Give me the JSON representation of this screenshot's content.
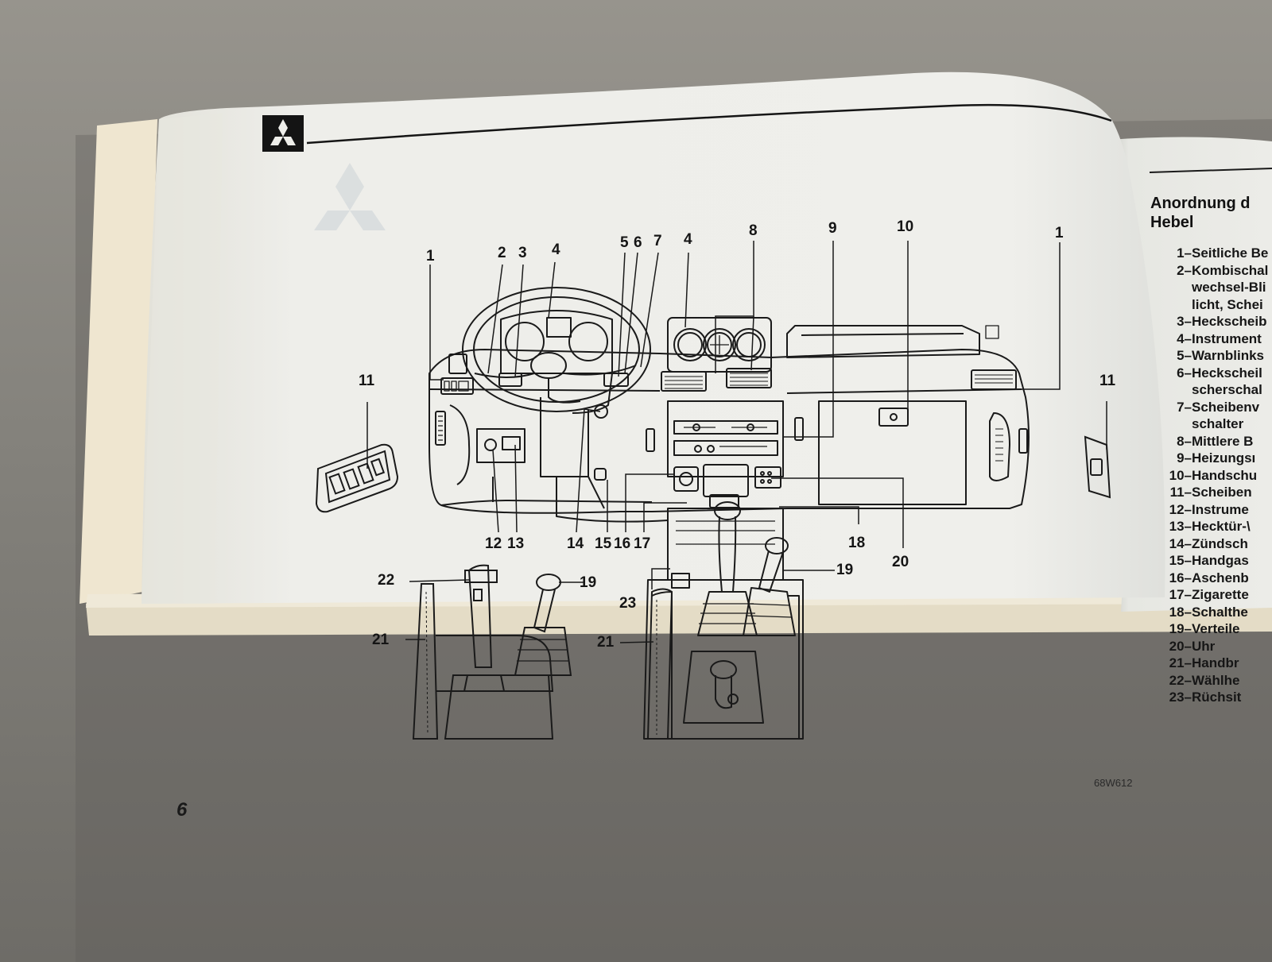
{
  "page": {
    "number": "6",
    "figure_code": "68W612"
  },
  "callouts": [
    {
      "label": "1"
    },
    {
      "label": "2"
    },
    {
      "label": "3"
    },
    {
      "label": "4"
    },
    {
      "label": "5"
    },
    {
      "label": "6"
    },
    {
      "label": "7"
    },
    {
      "label": "4"
    },
    {
      "label": "8"
    },
    {
      "label": "9"
    },
    {
      "label": "10"
    },
    {
      "label": "1"
    },
    {
      "label": "11"
    },
    {
      "label": "11"
    },
    {
      "label": "12"
    },
    {
      "label": "13"
    },
    {
      "label": "14"
    },
    {
      "label": "15"
    },
    {
      "label": "16"
    },
    {
      "label": "17"
    },
    {
      "label": "18"
    },
    {
      "label": "20"
    },
    {
      "label": "22"
    },
    {
      "label": "19"
    },
    {
      "label": "19"
    },
    {
      "label": "23"
    },
    {
      "label": "21"
    },
    {
      "label": "21"
    }
  ],
  "legend": {
    "title_line1": "Anordnung  d",
    "title_line2": "Hebel",
    "items": [
      {
        "num": "1–",
        "text": "Seitliche Be"
      },
      {
        "num": "2–",
        "text": "Kombischal"
      },
      {
        "num": "",
        "text": "wechsel-Bli"
      },
      {
        "num": "",
        "text": "licht, Schei"
      },
      {
        "num": "3–",
        "text": "Heckscheib"
      },
      {
        "num": "4–",
        "text": "Instrument"
      },
      {
        "num": "5–",
        "text": "Warnblinks"
      },
      {
        "num": "6–",
        "text": "Heckscheil"
      },
      {
        "num": "",
        "text": "scherschal"
      },
      {
        "num": "7–",
        "text": "Scheibenv"
      },
      {
        "num": "",
        "text": "schalter"
      },
      {
        "num": "8–",
        "text": "Mittlere B"
      },
      {
        "num": "9–",
        "text": "Heizungsı"
      },
      {
        "num": "10–",
        "text": "Handschu"
      },
      {
        "num": "11–",
        "text": "Scheiben"
      },
      {
        "num": "12–",
        "text": "Instrume"
      },
      {
        "num": "13–",
        "text": "Hecktür-\\"
      },
      {
        "num": "14–",
        "text": "Zündsch"
      },
      {
        "num": "15–",
        "text": "Handgas"
      },
      {
        "num": "16–",
        "text": "Aschenb"
      },
      {
        "num": "17–",
        "text": "Zigarette"
      },
      {
        "num": "18–",
        "text": "Schalthe"
      },
      {
        "num": "19–",
        "text": "Verteile"
      },
      {
        "num": "20–",
        "text": "Uhr"
      },
      {
        "num": "21–",
        "text": "Handbr"
      },
      {
        "num": "22–",
        "text": "Wählhe"
      },
      {
        "num": "23–",
        "text": "Rüchsit"
      }
    ]
  },
  "colors": {
    "paper": "#ecede8",
    "ink": "#1a1a1a",
    "logo_bg": "#141414"
  }
}
